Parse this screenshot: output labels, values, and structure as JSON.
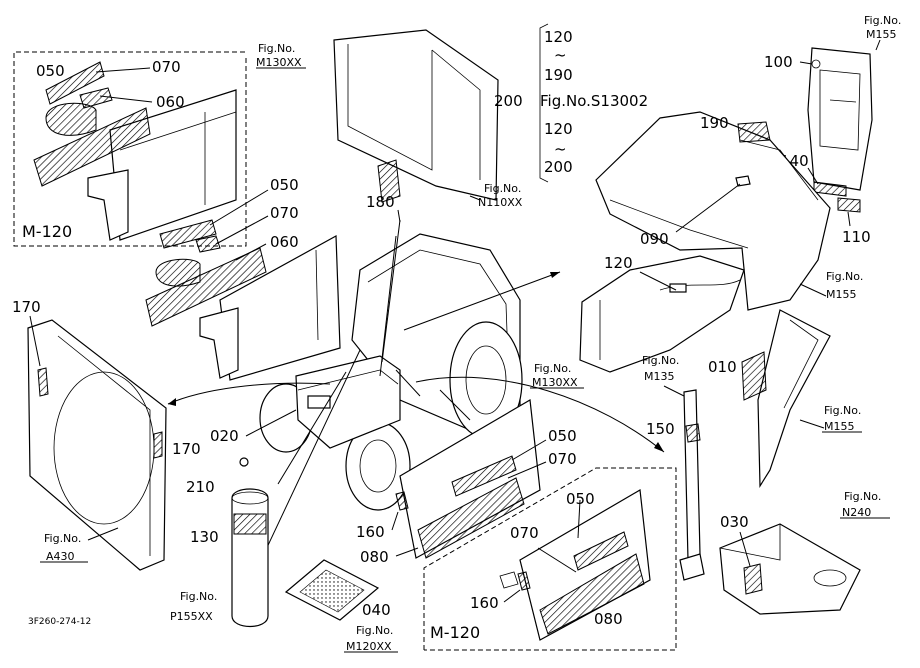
{
  "labels": {
    "p050_a": "050",
    "p070_a": "070",
    "p060_a": "060",
    "m120_a": "M-120",
    "p050_b": "050",
    "p070_b": "070",
    "p060_b": "060",
    "p180": "180",
    "p170_a": "170",
    "p170_b": "170",
    "p020": "020",
    "p210": "210",
    "p130": "130",
    "p040": "040",
    "p160_a": "160",
    "p080_a": "080",
    "p050_c": "050",
    "p070_c": "070",
    "p050_d": "050",
    "p070_d": "070",
    "p160_b": "160",
    "p080_b": "080",
    "m120_b": "M-120",
    "p120_top": "120",
    "tilde_1": "~",
    "p190_top": "190",
    "p200": "200",
    "s13002": "Fig.No.S13002",
    "p120_mid": "120",
    "tilde_2": "~",
    "p200_bot": "200",
    "p190": "190",
    "p100": "100",
    "p140": "140",
    "p110": "110",
    "p090": "090",
    "p120": "120",
    "p010": "010",
    "p150": "150",
    "p030": "030",
    "code": "3F260-274-12"
  },
  "figrefs": {
    "m130_top": {
      "line1": "Fig.No.",
      "line2": "M130XX"
    },
    "n110": {
      "line1": "Fig.No.",
      "line2": "N110XX"
    },
    "m155_top": {
      "line1": "Fig.No.",
      "line2": "M155"
    },
    "m155_mid": {
      "line1": "Fig.No.",
      "line2": "M155"
    },
    "m155_low": {
      "line1": "Fig.No.",
      "line2": "M155"
    },
    "m130_mid": {
      "line1": "Fig.No.",
      "line2": "M130XX"
    },
    "m135": {
      "line1": "Fig.No.",
      "line2": "M135"
    },
    "n240": {
      "line1": "Fig.No.",
      "line2": "N240"
    },
    "a430": {
      "line1": "Fig.No.",
      "line2": "A430"
    },
    "p155": {
      "line1": "Fig.No.",
      "line2": "P155XX"
    },
    "m120": {
      "line1": "Fig.No.",
      "line2": "M120XX"
    }
  }
}
